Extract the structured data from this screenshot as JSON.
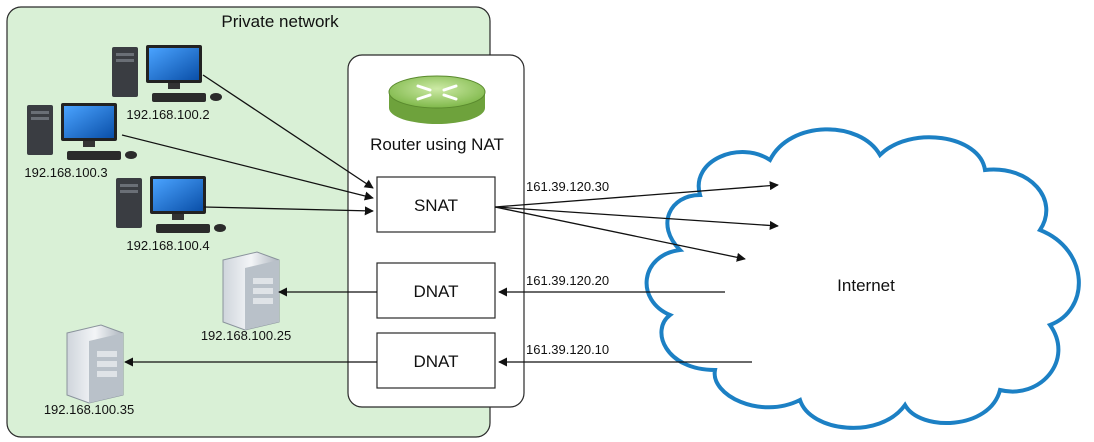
{
  "private_network": {
    "label": "Private network"
  },
  "router": {
    "label": "Router using NAT"
  },
  "boxes": {
    "snat": "SNAT",
    "dnat_upper": "DNAT",
    "dnat_lower": "DNAT"
  },
  "hosts": {
    "pc1": "192.168.100.2",
    "pc2": "192.168.100.3",
    "pc3": "192.168.100.4",
    "server1": "192.168.100.25",
    "server2": "192.168.100.35"
  },
  "public_ips": {
    "snat": "161.39.120.30",
    "dnat_upper": "161.39.120.20",
    "dnat_lower": "161.39.120.10"
  },
  "internet": {
    "label": "Internet"
  },
  "colors": {
    "private_bg": "#d9f0d6",
    "cloud_stroke": "#1c80c4",
    "router_green": "#9fcf6a",
    "monitor_blue": "#1e6fc8"
  }
}
